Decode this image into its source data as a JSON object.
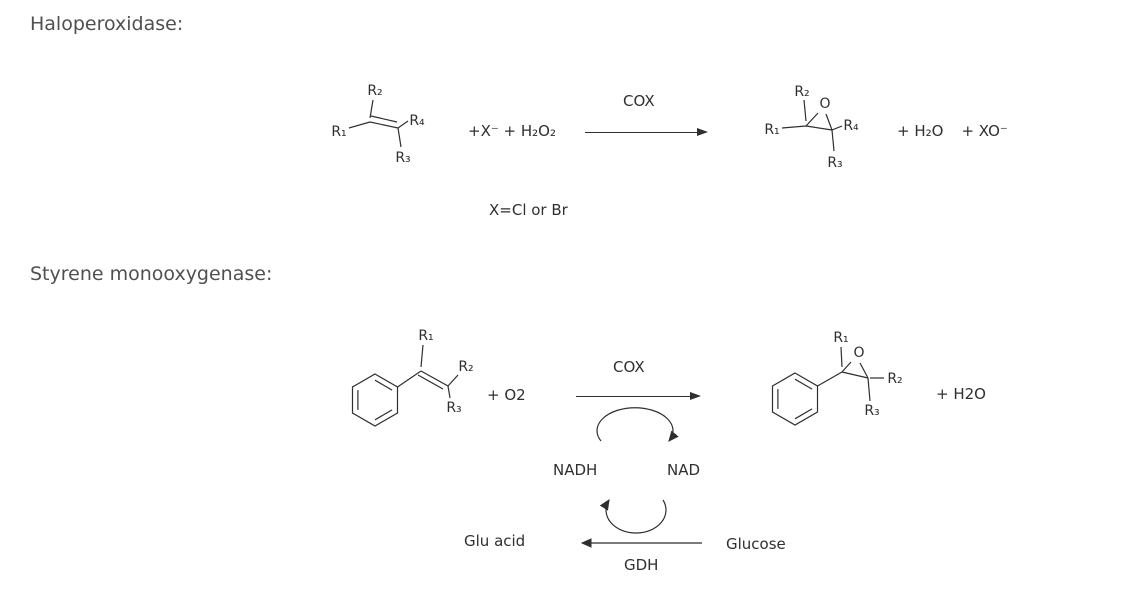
{
  "scheme1": {
    "title": "Haloperoxidase:",
    "substrate": {
      "r1": "R₁",
      "r2": "R₂",
      "r3": "R₃",
      "r4": "R₄"
    },
    "reagents": "+X⁻ + H₂O₂",
    "catalyst": "COX",
    "condition": "X=Cl or Br",
    "product": {
      "r1": "R₁",
      "r2": "R₂",
      "r3": "R₃",
      "r4": "R₄",
      "o": "O"
    },
    "byproduct_water": "+ H₂O",
    "byproduct_hypohalite": "+ XO⁻"
  },
  "scheme2": {
    "title": "Styrene monooxygenase:",
    "substrate": {
      "r1": "R₁",
      "r2": "R₂",
      "r3": "R₃"
    },
    "reagent": "+ O2",
    "catalyst": "COX",
    "cofactor_reduced": "NADH",
    "cofactor_oxidized": "NAD",
    "regeneration_product": "Glu acid",
    "regeneration_substrate": "Glucose",
    "regeneration_enzyme": "GDH",
    "product": {
      "r1": "R₁",
      "r2": "R₂",
      "r3": "R₃",
      "o": "O"
    },
    "byproduct": "+ H2O"
  },
  "colors": {
    "structure": "#2f2f2f",
    "title": "#505050",
    "background": "#ffffff"
  }
}
